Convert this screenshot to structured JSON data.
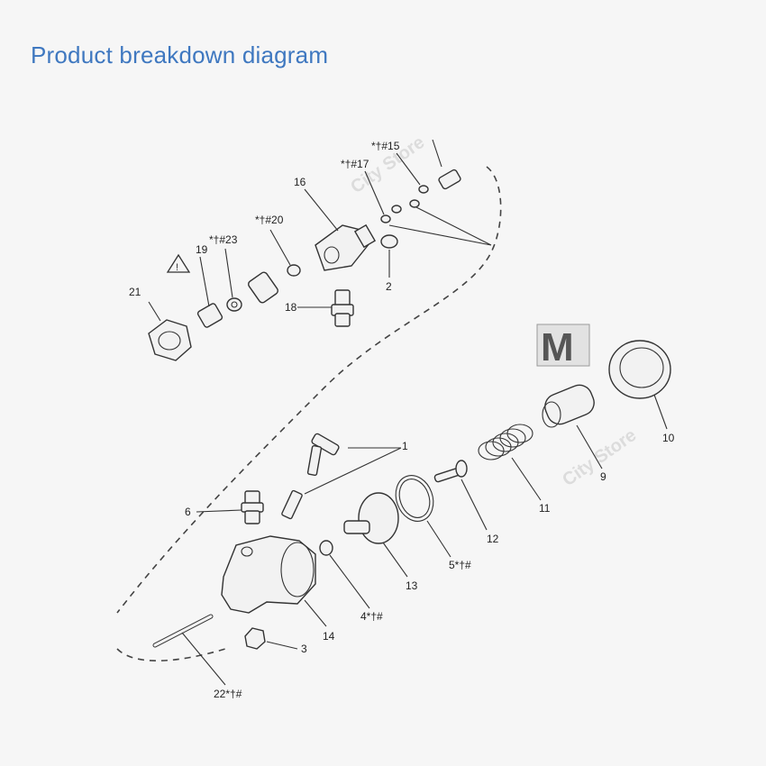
{
  "title": "Product breakdown diagram",
  "watermark": "City Store",
  "logo_text": "M",
  "labels": {
    "p1": "1",
    "p2": "2",
    "p3": "3",
    "p4": "4*†#",
    "p5": "5*†#",
    "p6": "6",
    "p9": "9",
    "p10": "10",
    "p11": "11",
    "p12": "12",
    "p13": "13",
    "p14": "14",
    "p15": "*†#15",
    "p16": "16",
    "p17": "*†#17",
    "p18": "18",
    "p19": "19",
    "p20": "*†#20",
    "p21": "21",
    "p22": "22*†#",
    "p23": "*†#23"
  },
  "icons": {
    "warning": "warning-triangle-icon",
    "check": "check-mark-icon"
  }
}
